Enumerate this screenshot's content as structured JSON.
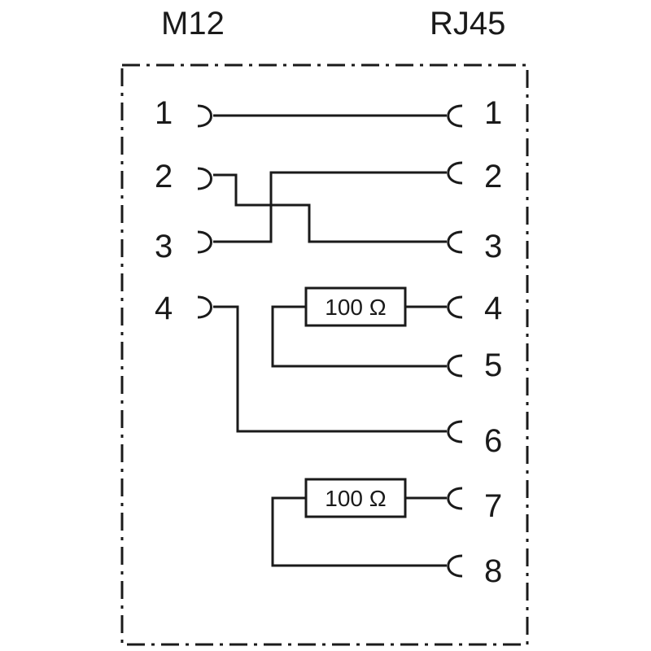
{
  "headers": {
    "left": "M12",
    "right": "RJ45"
  },
  "m12_pins": [
    "1",
    "2",
    "3",
    "4"
  ],
  "rj45_pins": [
    "1",
    "2",
    "3",
    "4",
    "5",
    "6",
    "7",
    "8"
  ],
  "resistors": [
    "100 Ω",
    "100 Ω"
  ]
}
